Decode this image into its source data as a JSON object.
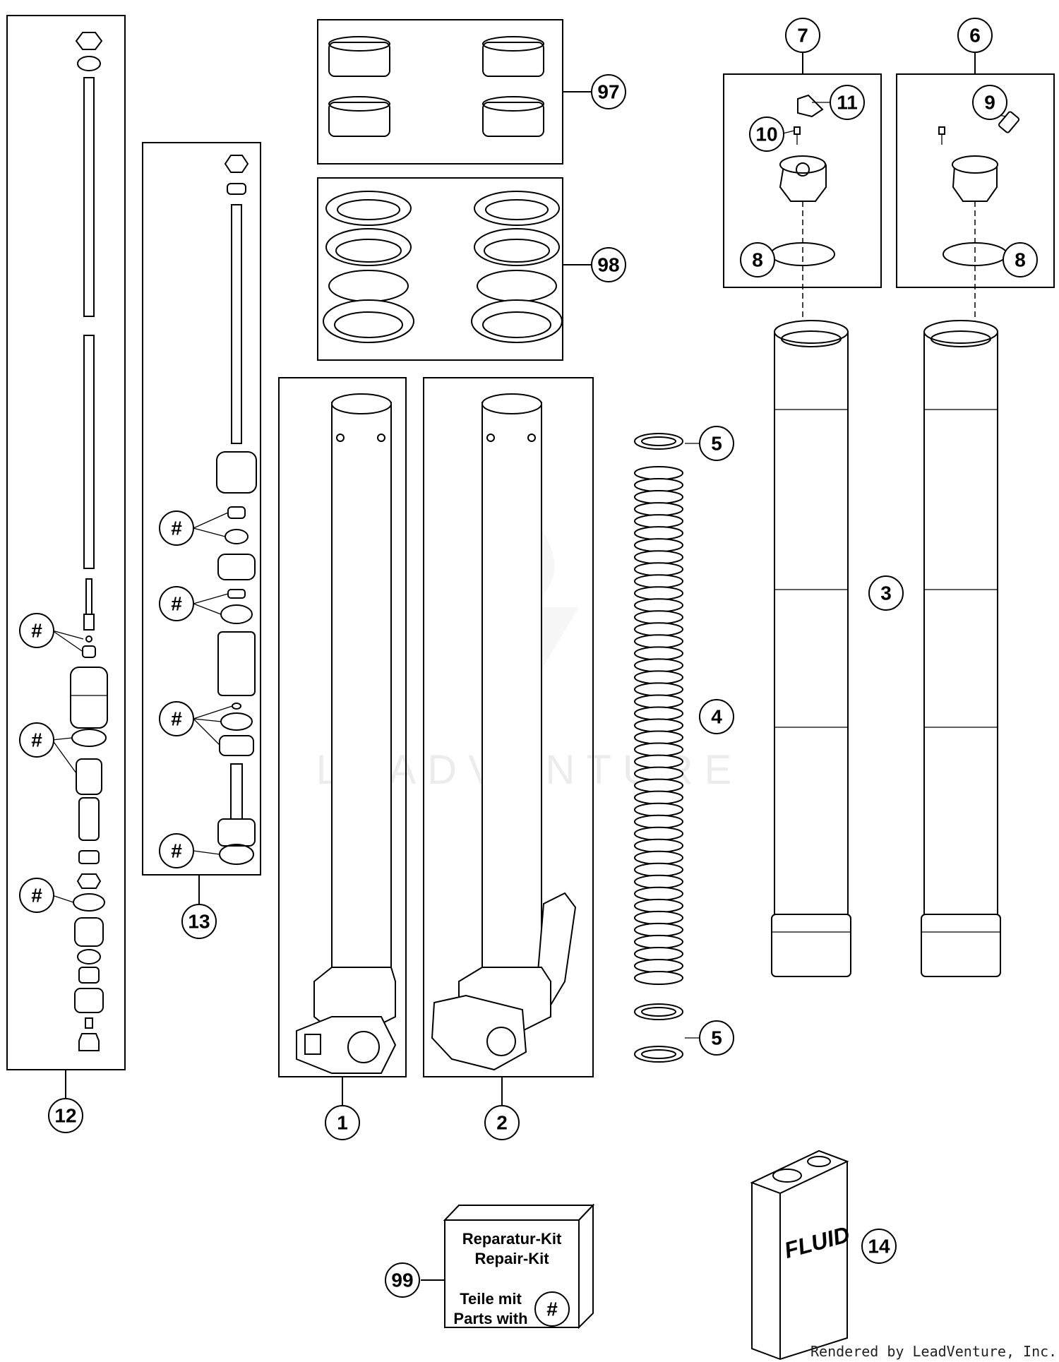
{
  "callouts": {
    "c1": "1",
    "c2": "2",
    "c3": "3",
    "c4": "4",
    "c5a": "5",
    "c5b": "5",
    "c6": "6",
    "c7": "7",
    "c8a": "8",
    "c8b": "8",
    "c9": "9",
    "c10": "10",
    "c11": "11",
    "c12": "12",
    "c13": "13",
    "c14": "14",
    "c97": "97",
    "c98": "98",
    "c99": "99",
    "h1": "#",
    "h2": "#",
    "h3": "#",
    "h4": "#",
    "h5": "#",
    "h6": "#",
    "h7": "#",
    "h8": "#"
  },
  "repair_kit": {
    "line1": "Reparatur-Kit",
    "line2": "Repair-Kit",
    "line3": "Teile mit",
    "line4": "Parts with",
    "symbol": "#"
  },
  "can_label": "FLUID",
  "watermark": "LEADVENTURE",
  "credit": "Rendered by LeadVenture, Inc."
}
